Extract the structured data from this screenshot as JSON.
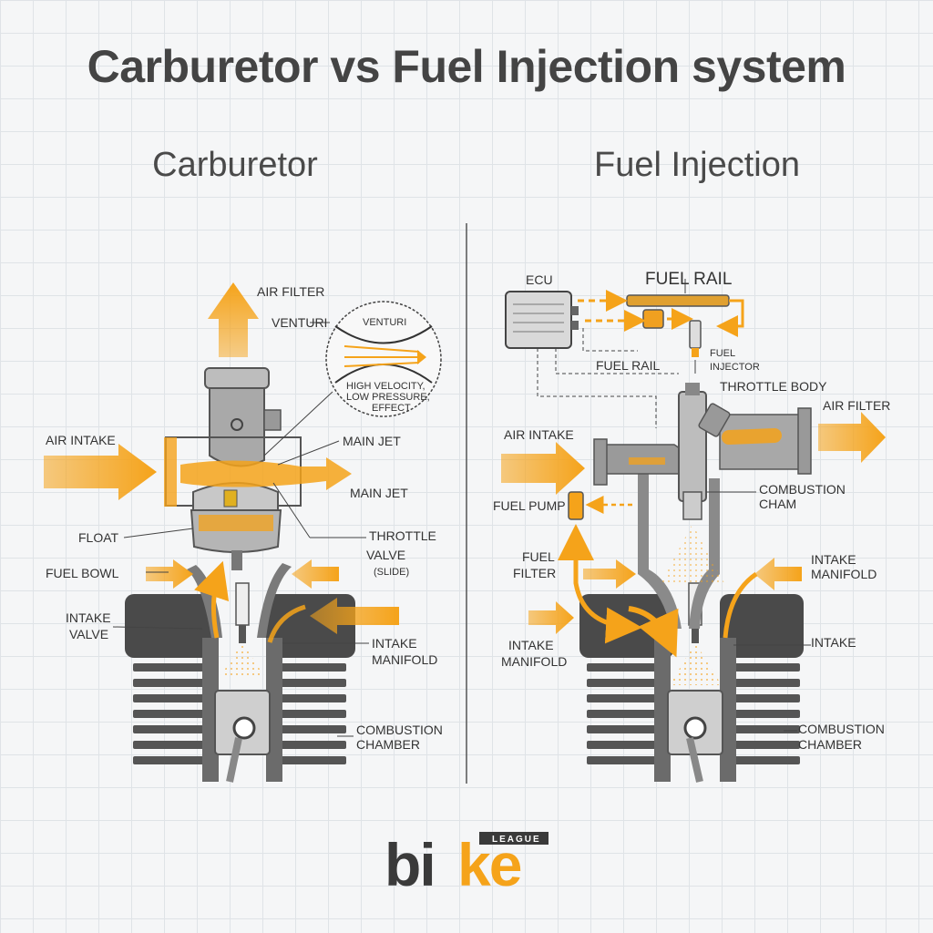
{
  "title": "Carburetor vs Fuel Injection system",
  "left": {
    "heading": "Carburetor",
    "labels": {
      "air_filter": "AIR FILTER",
      "venturi": "VENTURI",
      "venturi_inset": "VENTURI",
      "high_velocity_1": "HIGH VELOCITY,",
      "high_velocity_2": "LOW PRESSURE,",
      "high_velocity_3": "EFFECT",
      "air_intake": "AIR INTAKE",
      "main_jet_1": "MAIN JET",
      "main_jet_2": "MAIN JET",
      "float": "FLOAT",
      "throttle": "THROTTLE",
      "valve": "VALVE",
      "slide": "(SLIDE)",
      "fuel_bowl": "FUEL BOWL",
      "intake_valve_1": "INTAKE",
      "intake_valve_2": "VALVE",
      "intake_manifold_1": "INTAKE",
      "intake_manifold_2": "MANIFOLD",
      "combustion_1": "COMBUSTION",
      "combustion_2": "CHAMBER"
    }
  },
  "right": {
    "heading": "Fuel Injection",
    "labels": {
      "ecu": "ECU",
      "fuel_rail_top": "FUEL RAIL",
      "fuel_rail": "FUEL RAIL",
      "fuel_injector_1": "FUEL",
      "fuel_injector_2": "INJECTOR",
      "throttle_body": "THROTTLE BODY",
      "air_filter": "AIR FILTER",
      "air_intake": "AIR INTAKE",
      "fuel_pump": "FUEL PUMP",
      "combustion_cham_1": "COMBUSTION",
      "combustion_cham_2": "CHAM",
      "fuel_filter_1": "FUEL",
      "fuel_filter_2": "FILTER",
      "intake_manifold_r_1": "INTAKE",
      "intake_manifold_r_2": "MANIFOLD",
      "intake": "INTAKE",
      "intake_manifold_l_1": "INTAKE",
      "intake_manifold_l_2": "MANIFOLD",
      "combustion_1": "COMBUSTION",
      "combustion_2": "CHAMBER"
    }
  },
  "logo": {
    "word_dark": "bi",
    "word_accent": "ke",
    "tag": "LEAGUE"
  },
  "colors": {
    "accent": "#f5a31a",
    "metal": "#8a8a8a",
    "dark": "#3a3a3a"
  }
}
